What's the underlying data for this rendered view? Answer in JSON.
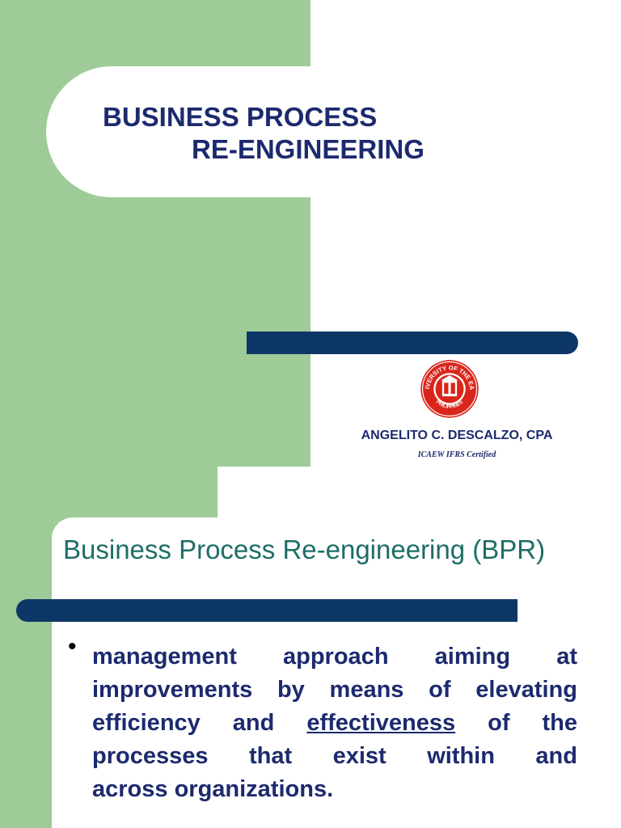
{
  "slide1": {
    "title_line1": "BUSINESS PROCESS",
    "title_line2": "RE-ENGINEERING",
    "seal_text_top": "UNIVERSITY OF THE EAST",
    "seal_text_bottom": "PHILIPPINES",
    "author": "ANGELITO C. DESCALZO, CPA",
    "certification": "ICAEW IFRS Certified"
  },
  "slide2": {
    "title": "Business Process Re-engineering (BPR)",
    "bullet_part1": "management approach aiming at improvements by means of elevating efficiency and ",
    "bullet_underlined": "effectiveness",
    "bullet_part2": " of the processes that exist within and",
    "bullet_last": "across organizations."
  },
  "colors": {
    "green_bg": "#9ecb98",
    "navy_bar": "#0d3766",
    "title_navy": "#1c2a6e",
    "title_teal": "#1d6e66",
    "seal_red": "#d9261c"
  },
  "icons": {
    "seal": "university-seal-icon",
    "bullet": "bullet-dot-icon"
  }
}
